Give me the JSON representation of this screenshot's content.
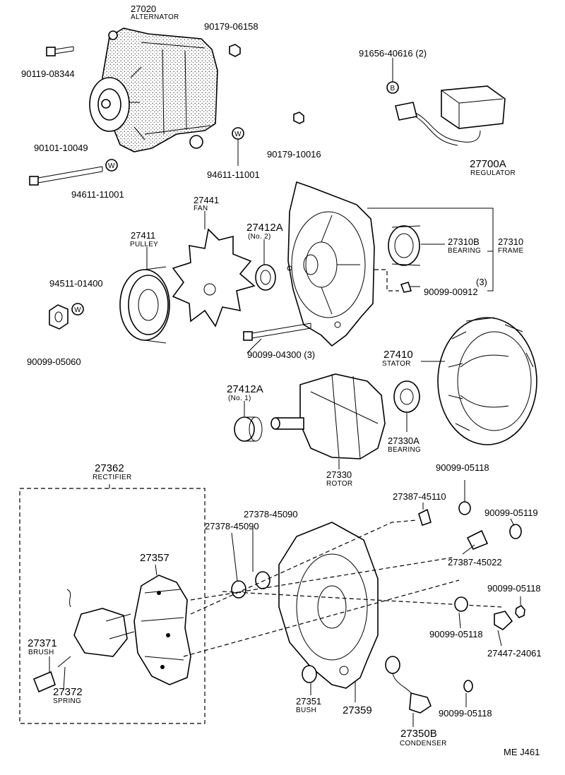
{
  "parts": {
    "alternator": {
      "num": "27020",
      "name": "ALTERNATOR"
    },
    "bolt_08344": {
      "num": "90119-08344"
    },
    "nut_06158": {
      "num": "90179-06158"
    },
    "bolt_10049": {
      "num": "90101-10049"
    },
    "washer_a": {
      "num": "94611-11001"
    },
    "washer_b": {
      "num": "94611-11001"
    },
    "nut_10016": {
      "num": "90179-10016"
    },
    "screw_40616": {
      "num": "91656-40616 (2)"
    },
    "regulator": {
      "num": "27700A",
      "name": "REGULATOR"
    },
    "fan": {
      "num": "27441",
      "name": "FAN"
    },
    "pulley": {
      "num": "27411",
      "name": "PULLEY"
    },
    "collar2": {
      "num": "27412A",
      "name": "(No. 2)"
    },
    "bearing_front": {
      "num": "27310B",
      "name": "BEARING"
    },
    "frame": {
      "num": "27310",
      "name": "FRAME"
    },
    "washer_01400": {
      "num": "94511-01400"
    },
    "screw_00912": {
      "num": "90099-00912",
      "qty": "(3)"
    },
    "nut_05060": {
      "num": "90099-05060"
    },
    "bolt_04300": {
      "num": "90099-04300 (3)"
    },
    "stator": {
      "num": "27410",
      "name": "STATOR"
    },
    "collar1": {
      "num": "27412A",
      "name": "(No. 1)"
    },
    "bearing_rear": {
      "num": "27330A",
      "name": "BEARING"
    },
    "rotor": {
      "num": "27330",
      "name": "ROTOR"
    },
    "rectifier": {
      "num": "27362",
      "name": "RECTIFIER"
    },
    "nut_05118_a": {
      "num": "90099-05118"
    },
    "ins_45110": {
      "num": "27387-45110"
    },
    "ins_45090_a": {
      "num": "27378-45090"
    },
    "ins_45090_b": {
      "num": "27378-45090"
    },
    "nut_05119": {
      "num": "90099-05119"
    },
    "holder": {
      "num": "27357"
    },
    "ins_45022": {
      "num": "27387-45022"
    },
    "nut_05118_b": {
      "num": "90099-05118"
    },
    "nut_05118_c": {
      "num": "90099-05118"
    },
    "brush": {
      "num": "27371",
      "name": "BRUSH"
    },
    "term_24061": {
      "num": "27447-24061"
    },
    "spring": {
      "num": "27372",
      "name": "SPRING"
    },
    "bush": {
      "num": "27351",
      "name": "BUSH"
    },
    "rear_frame": {
      "num": "27359"
    },
    "nut_05118_d": {
      "num": "90099-05118"
    },
    "condenser": {
      "num": "27350B",
      "name": "CONDENSER"
    }
  },
  "marks": {
    "w": "W",
    "b": "B"
  },
  "footer": {
    "code": "ME  J461"
  }
}
